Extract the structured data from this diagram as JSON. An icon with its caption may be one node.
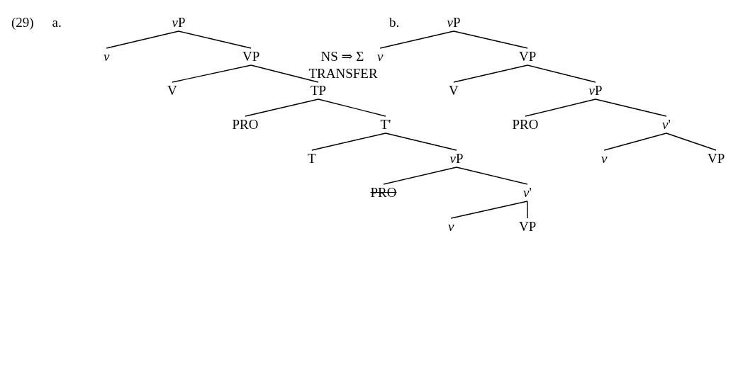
{
  "diagram": {
    "nodes": [
      {
        "text": [
          "vP"
        ]
      },
      {
        "text": [
          "v"
        ]
      },
      {
        "text": [
          "VP"
        ]
      },
      {
        "text": [
          "V"
        ]
      },
      {
        "text": [
          "TP"
        ]
      },
      {
        "text": [
          "PRO"
        ]
      },
      {
        "text": [
          "T'"
        ]
      },
      {
        "text": [
          "T"
        ]
      },
      {
        "text": [
          "vP"
        ]
      },
      {
        "text": [
          "PRO"
        ]
      },
      {
        "text": [
          "v'"
        ]
      },
      {
        "text": [
          "v"
        ]
      },
      {
        "text": [
          "VP"
        ]
      },
      {
        "text": [
          "vP"
        ]
      },
      {
        "text": [
          "v"
        ]
      },
      {
        "text": [
          "VP"
        ]
      },
      {
        "text": [
          "V"
        ]
      },
      {
        "text": [
          "vP"
        ]
      },
      {
        "text": [
          "PRO"
        ]
      },
      {
        "text": [
          "v'"
        ]
      },
      {
        "text": [
          "v"
        ]
      },
      {
        "text": [
          "VP"
        ]
      }
    ],
    "edges": [
      {
        "from": 0,
        "to": 1,
        "arrow": "none"
      },
      {
        "from": 0,
        "to": 2,
        "arrow": "none"
      },
      {
        "from": 2,
        "to": 3,
        "arrow": "none"
      },
      {
        "from": 2,
        "to": 4,
        "arrow": "none"
      },
      {
        "from": 4,
        "to": 5,
        "arrow": "none"
      },
      {
        "from": 4,
        "to": 6,
        "arrow": "none"
      },
      {
        "from": 6,
        "to": 7,
        "arrow": "none"
      },
      {
        "from": 6,
        "to": 8,
        "arrow": "none"
      },
      {
        "from": 8,
        "to": 9,
        "arrow": "none"
      },
      {
        "from": 8,
        "to": 10,
        "arrow": "none"
      },
      {
        "from": 10,
        "to": 11,
        "arrow": "none"
      },
      {
        "from": 10,
        "to": 12,
        "arrow": "none"
      },
      {
        "from": 13,
        "to": 14,
        "arrow": "none"
      },
      {
        "from": 13,
        "to": 15,
        "arrow": "none"
      },
      {
        "from": 15,
        "to": 16,
        "arrow": "none"
      },
      {
        "from": 15,
        "to": 17,
        "arrow": "none"
      },
      {
        "from": 17,
        "to": 18,
        "arrow": "none"
      },
      {
        "from": 17,
        "to": 19,
        "arrow": "none"
      },
      {
        "from": 19,
        "to": 20,
        "arrow": "none"
      },
      {
        "from": 19,
        "to": 21,
        "arrow": "none"
      }
    ],
    "labels": [
      "(29)",
      "a.",
      "b.",
      "NS ⇒ Σ",
      "TRANSFER"
    ]
  }
}
